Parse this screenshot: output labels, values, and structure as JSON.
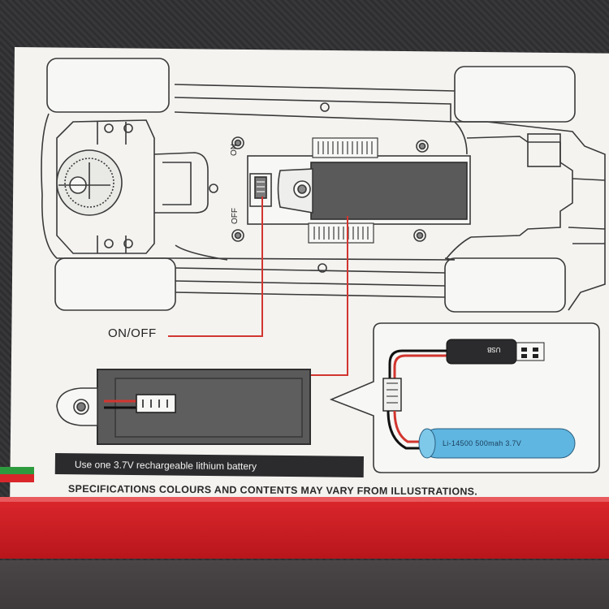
{
  "labels": {
    "on": "ON",
    "off": "OFF",
    "on_off": "ON/OFF",
    "battery_caption": "Use one 3.7V rechargeable lithium battery",
    "disclaimer": "SPECIFICATIONS COLOURS AND CONTENTS MAY VARY FROM ILLUSTRATIONS.",
    "battery_cell": "Li-14500   500mah  3.7V",
    "usb": "USB"
  },
  "colors": {
    "panel": "#f4f3f0",
    "outline": "#3a3a3a",
    "battery_compartment": "#5a5a5a",
    "callout_line": "#d2352f",
    "battery_cell": "#5fb6e0",
    "band_red": "#d9262b",
    "band_green": "#2e9a3e"
  }
}
